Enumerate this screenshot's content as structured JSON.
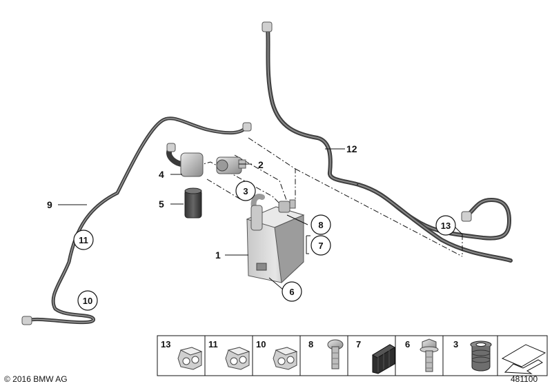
{
  "callouts": [
    {
      "id": "1",
      "label": "1",
      "circled": false
    },
    {
      "id": "2",
      "label": "2",
      "circled": false
    },
    {
      "id": "3",
      "label": "3",
      "circled": true
    },
    {
      "id": "4",
      "label": "4",
      "circled": false
    },
    {
      "id": "5",
      "label": "5",
      "circled": false
    },
    {
      "id": "6",
      "label": "6",
      "circled": true
    },
    {
      "id": "7",
      "label": "7",
      "circled": true
    },
    {
      "id": "8",
      "label": "8",
      "circled": true
    },
    {
      "id": "9",
      "label": "9",
      "circled": false
    },
    {
      "id": "10",
      "label": "10",
      "circled": true
    },
    {
      "id": "11",
      "label": "11",
      "circled": true
    },
    {
      "id": "12",
      "label": "12",
      "circled": false
    },
    {
      "id": "13",
      "label": "13",
      "circled": true
    }
  ],
  "legend": {
    "items": [
      {
        "label": "13",
        "icon": "clip-double-icon"
      },
      {
        "label": "11",
        "icon": "clip-double-icon"
      },
      {
        "label": "10",
        "icon": "clip-double-icon"
      },
      {
        "label": "8",
        "icon": "bolt-round-head-icon"
      },
      {
        "label": "7",
        "icon": "rubber-pad-icon"
      },
      {
        "label": "6",
        "icon": "bolt-hex-flange-icon"
      },
      {
        "label": "3",
        "icon": "rubber-grommet-icon"
      }
    ],
    "arrow_icon": "orientation-arrow-icon"
  },
  "footer": {
    "copyright": "© 2016 BMW AG",
    "diagram_number": "481100"
  },
  "colors": {
    "hose": "#4a4a4a",
    "part_light": "#d9d9d9",
    "part_mid": "#a9a9a9",
    "part_dark": "#6e6e6e",
    "line": "#111111"
  }
}
